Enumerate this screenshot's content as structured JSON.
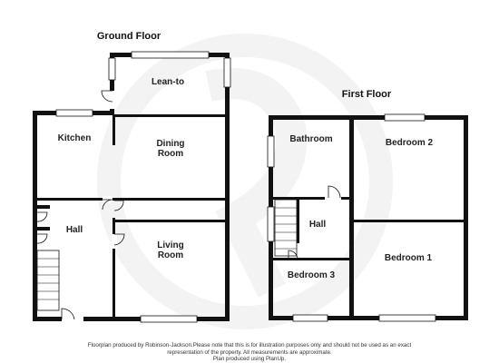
{
  "ground_floor": {
    "title": "Ground Floor",
    "rooms": {
      "lean_to": "Lean-to",
      "kitchen": "Kitchen",
      "dining_line1": "Dining",
      "dining_line2": "Room",
      "hall": "Hall",
      "living_line1": "Living",
      "living_line2": "Room"
    }
  },
  "first_floor": {
    "title": "First Floor",
    "rooms": {
      "bathroom": "Bathroom",
      "bedroom2": "Bedroom 2",
      "hall": "Hall",
      "bedroom3": "Bedroom 3",
      "bedroom1": "Bedroom 1"
    }
  },
  "footer": {
    "line1": "Floorplan produced by Robinson-Jackson.Please note that this is for illustration purposes only and should not be used as an exact",
    "line2": "representation of the property. All measurements are approximate.",
    "line3": "Plan produced using PlanUp."
  },
  "colors": {
    "wall": "#111111",
    "window": "#ffffff",
    "watermark": "#f2f2f2"
  }
}
